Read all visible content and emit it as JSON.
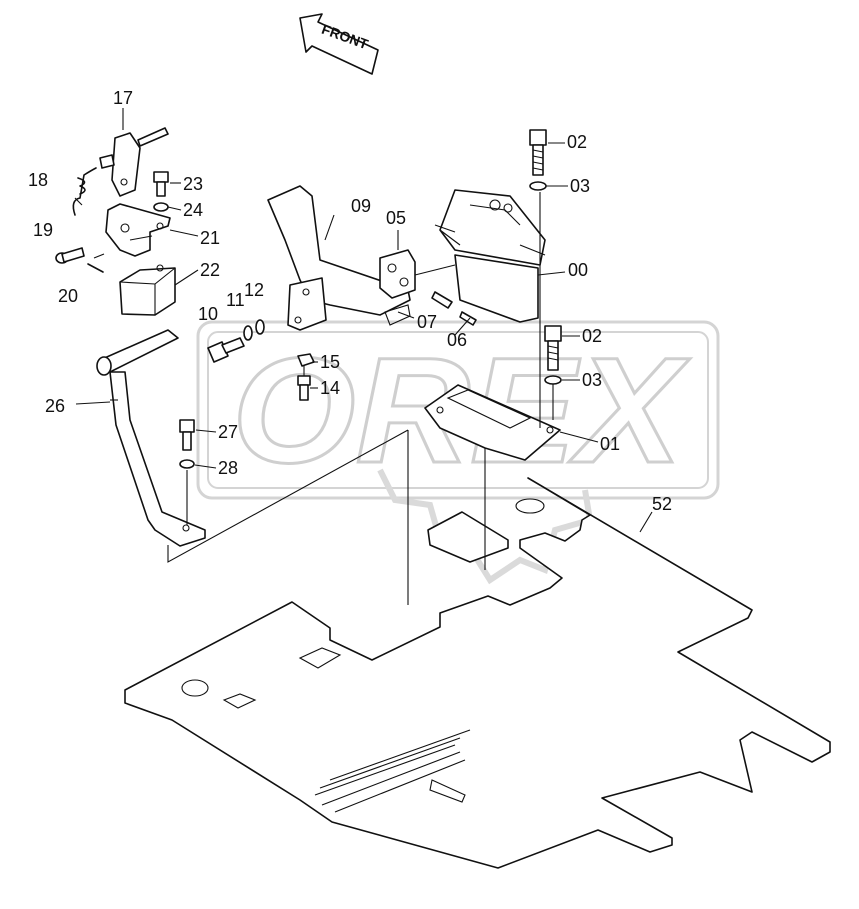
{
  "watermark": {
    "text": "OREX",
    "color": "#cfcfcf"
  },
  "front_arrow": {
    "text": "FRONT"
  },
  "callouts": {
    "c00": "00",
    "c01": "01",
    "c02a": "02",
    "c02b": "02",
    "c03a": "03",
    "c03b": "03",
    "c05": "05",
    "c06": "06",
    "c07": "07",
    "c09": "09",
    "c10": "10",
    "c11": "11",
    "c12": "12",
    "c14": "14",
    "c15": "15",
    "c17": "17",
    "c18": "18",
    "c19": "19",
    "c20": "20",
    "c21": "21",
    "c22": "22",
    "c23": "23",
    "c24": "24",
    "c26": "26",
    "c27": "27",
    "c28": "28",
    "c52": "52"
  },
  "colors": {
    "line": "#111111",
    "background": "#ffffff",
    "watermark": "#cfcfcf"
  }
}
